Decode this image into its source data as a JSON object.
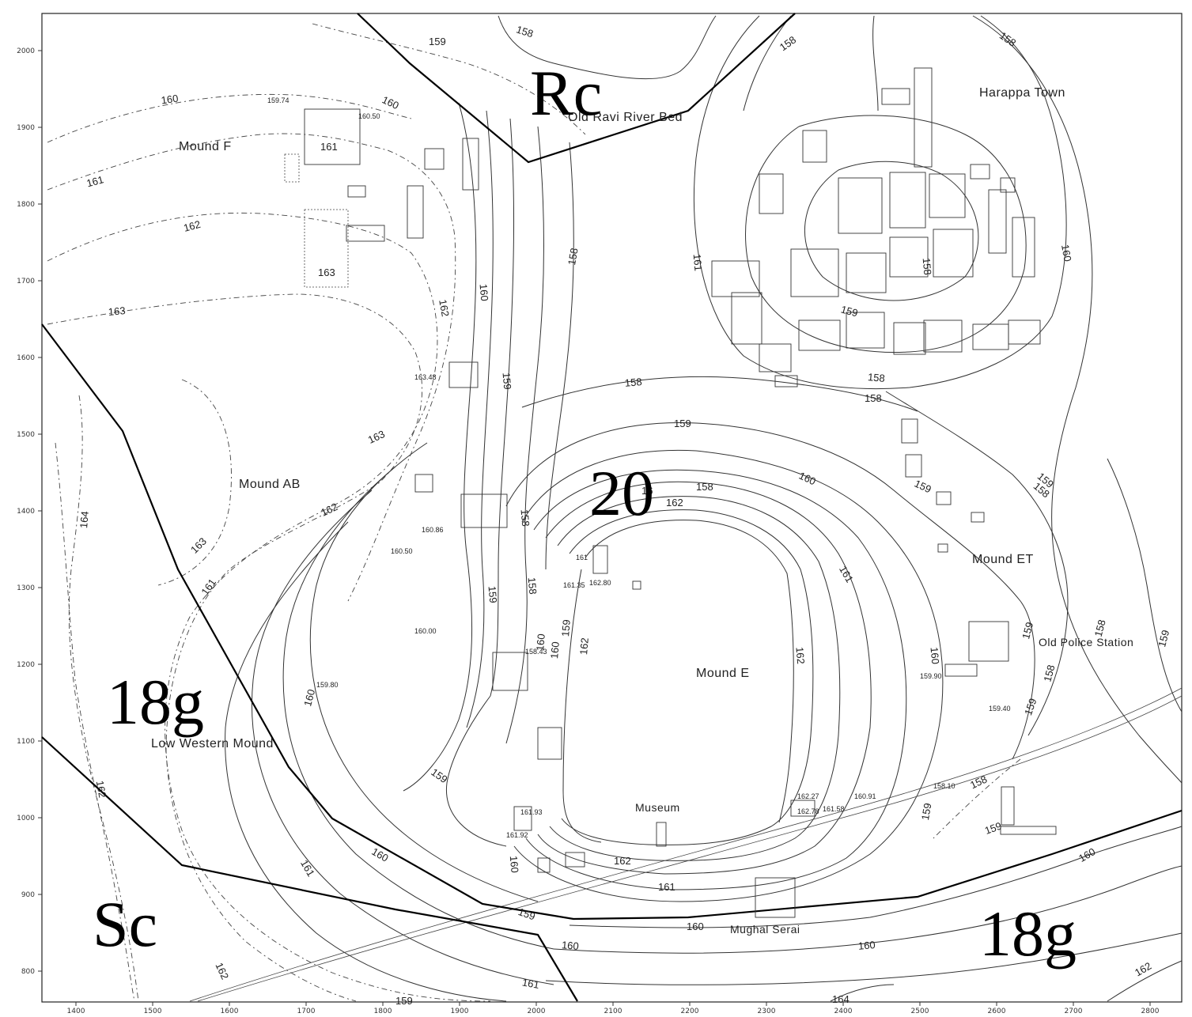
{
  "map": {
    "x_axis": [
      "1400",
      "1500",
      "1600",
      "1700",
      "1800",
      "1900",
      "2000",
      "2100",
      "2200",
      "2300",
      "2400",
      "2500",
      "2600",
      "2700",
      "2800"
    ],
    "y_axis": [
      "2000",
      "1900",
      "1800",
      "1700",
      "1600",
      "1500",
      "1400",
      "1300",
      "1200",
      "1100",
      "1000",
      "900",
      "800"
    ],
    "geology_units": {
      "rc": "Rc",
      "unit_20": "20",
      "unit_18g_west": "18g",
      "unit_18g_east": "18g",
      "sc": "Sc"
    },
    "places": {
      "old_ravi_river_bed": "Old Ravi River Bed",
      "harappa_town": "Harappa Town",
      "mound_f": "Mound F",
      "mound_ab": "Mound AB",
      "mound_e": "Mound E",
      "mound_et": "Mound ET",
      "old_police_station": "Old Police Station",
      "low_western_mound": "Low Western Mound",
      "museum": "Museum",
      "mughal_serai": "Mughal Serai"
    },
    "contour_labels": [
      "159",
      "158",
      "158",
      "158",
      "158",
      "160",
      "160",
      "161",
      "161",
      "162",
      "163",
      "163",
      "163",
      "164",
      "163",
      "162",
      "161",
      "160",
      "162",
      "160",
      "159",
      "158",
      "158",
      "159",
      "158",
      "158",
      "159",
      "158",
      "159",
      "159",
      "160",
      "161",
      "162",
      "160",
      "16",
      "162",
      "159",
      "158",
      "159",
      "158",
      "160",
      "161",
      "162",
      "159",
      "160",
      "161",
      "160",
      "161",
      "162",
      "158",
      "159",
      "158",
      "159",
      "160",
      "161",
      "162",
      "159",
      "160",
      "160",
      "160",
      "159",
      "158",
      "158",
      "159",
      "159",
      "159",
      "160",
      "160",
      "162",
      "164",
      "162"
    ],
    "spot_heights": [
      "159.74",
      "160.50",
      "163.48",
      "160.86",
      "160.50",
      "160.00",
      "159.80",
      "161",
      "161.35",
      "162.80",
      "158.43",
      "161.92",
      "161.93",
      "162.27",
      "161.58",
      "162.78",
      "160.91",
      "159.90",
      "159.40",
      "158.10"
    ]
  },
  "colors": {
    "ink": "#1a1a1a",
    "boundary": "#000000",
    "background": "#ffffff"
  }
}
